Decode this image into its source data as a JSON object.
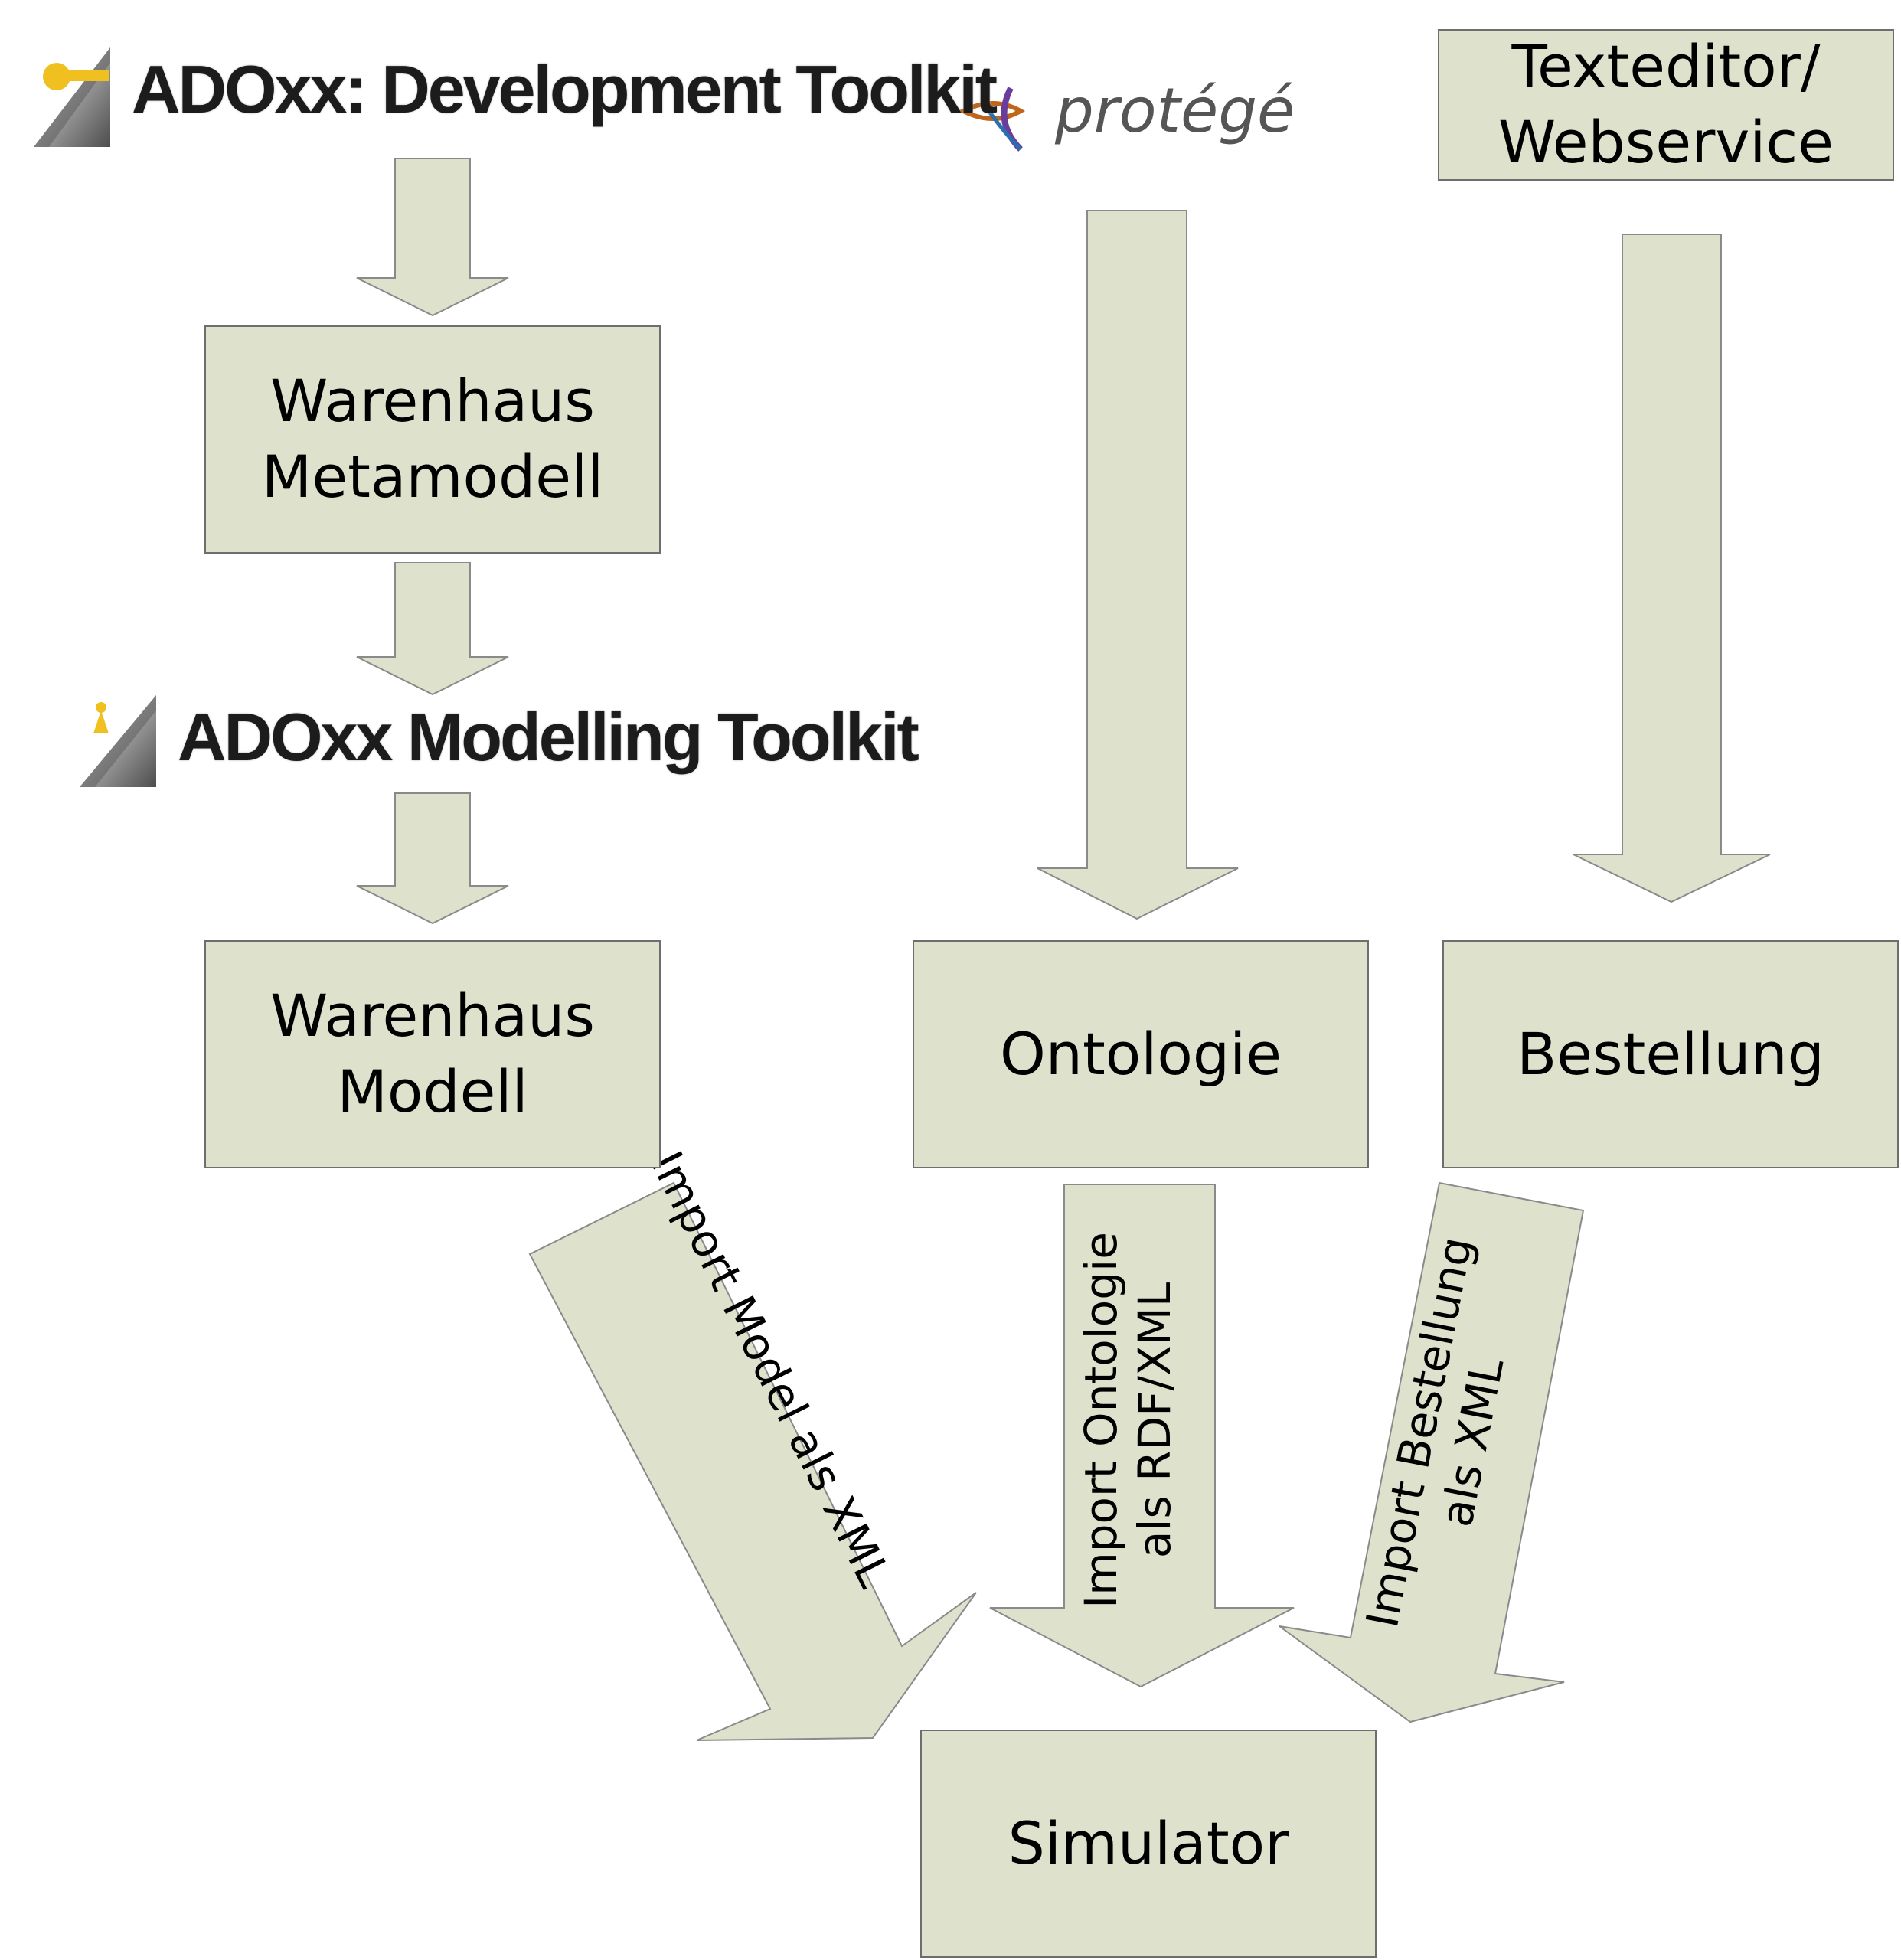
{
  "tools": {
    "dev_toolkit": "ADOxx: Development Toolkit",
    "modelling_toolkit": "ADOxx Modelling Toolkit",
    "protege": "protégé"
  },
  "boxes": {
    "texteditor": [
      "Texteditor/",
      "Webservice"
    ],
    "metamodell": [
      "Warenhaus",
      "Metamodell"
    ],
    "modell": [
      "Warenhaus",
      "Modell"
    ],
    "ontologie": "Ontologie",
    "bestellung": "Bestellung",
    "simulator": "Simulator"
  },
  "arrow_labels": {
    "import_model": "Import Model als XML",
    "import_ontologie": [
      "Import Ontologie",
      "als RDF/XML"
    ],
    "import_bestellung": [
      "Import Bestellung",
      "als XML"
    ]
  },
  "colors": {
    "box_fill": "#dee1cb",
    "box_border": "#6e6e6e",
    "arrow_fill": "#dee1cb"
  }
}
